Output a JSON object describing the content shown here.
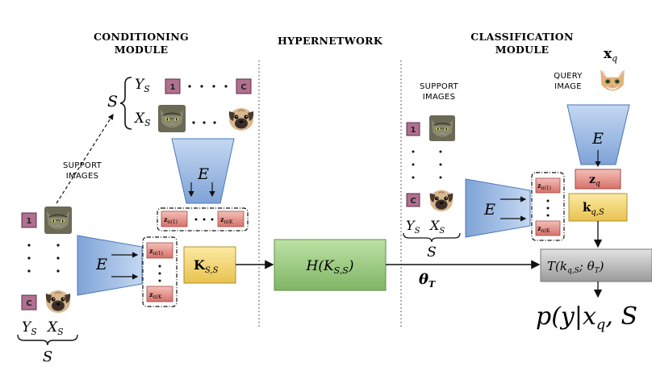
{
  "headings": {
    "conditioning_line1": "CONDITIONING",
    "conditioning_line2": "MODULE",
    "hypernetwork": "HYPERNETWORK",
    "classification_line1": "CLASSIFICATION",
    "classification_line2": "MODULE"
  },
  "labels": {
    "support_images_left_line1": "SUPPORT",
    "support_images_left_line2": "IMAGES",
    "support_images_right_line1": "SUPPORT",
    "support_images_right_line2": "IMAGES",
    "query_image_line1": "QUERY",
    "query_image_line2": "IMAGE"
  },
  "math": {
    "S": "S",
    "Y_S": "Y",
    "X_S": "X",
    "sub_S": "S",
    "encoder": "E",
    "z_pi_1": "z",
    "z_pi_1_sub": "π(1)",
    "z_pi_K": "z",
    "z_pi_K_sub": "π(K",
    "K_SS": "K",
    "K_SS_sub": "S,S",
    "hypernet_fn": "H(K",
    "hypernet_sub": "S,S",
    "hypernet_close": ")",
    "theta": "θ",
    "theta_sub": "T",
    "x_q": "x",
    "x_q_sub": "q",
    "z_q": "z",
    "z_q_sub": "q",
    "k_qS": "k",
    "k_qS_sub": "q,S",
    "T_fn_a": "T(k",
    "T_fn_sub": "q,S",
    "T_fn_b": "; θ",
    "T_fn_sub2": "T",
    "T_fn_c": ")",
    "output": "p(y|x",
    "output_sub": "q",
    "output_tail": ", S"
  },
  "badges": {
    "first": "1",
    "last": "C"
  },
  "colors": {
    "encoder_fill": "#a9c4e8",
    "encoder_stroke": "#4a78b8",
    "badge_fill": "#b07090",
    "z_fill": "#e39a94",
    "k_fill": "#f3d77a",
    "hyper_fill": "#9fcf86",
    "T_fill": "#bdbdbd"
  },
  "icons": {
    "tabby_cat": "tabby-cat-photo",
    "pug_dog": "pug-photo",
    "kitten": "kitten-photo"
  }
}
